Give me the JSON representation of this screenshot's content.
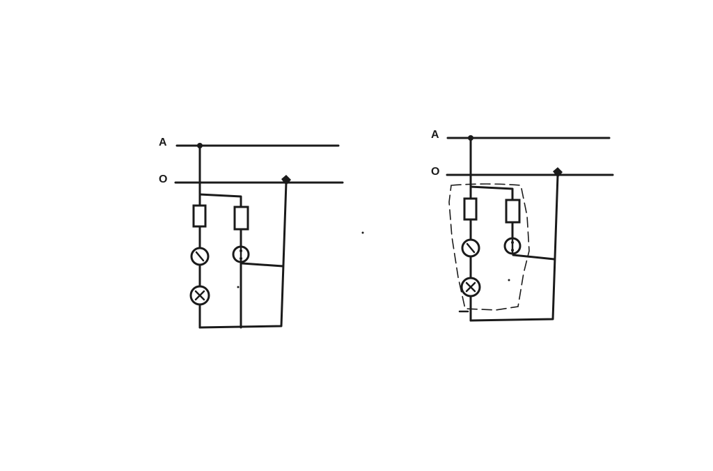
{
  "diagrams": [
    {
      "phase_label": "A",
      "neutral_label": "O"
    },
    {
      "phase_label": "A",
      "neutral_label": "O"
    }
  ],
  "colors": {
    "ink": "#1a1a1a",
    "background": "#ffffff"
  }
}
